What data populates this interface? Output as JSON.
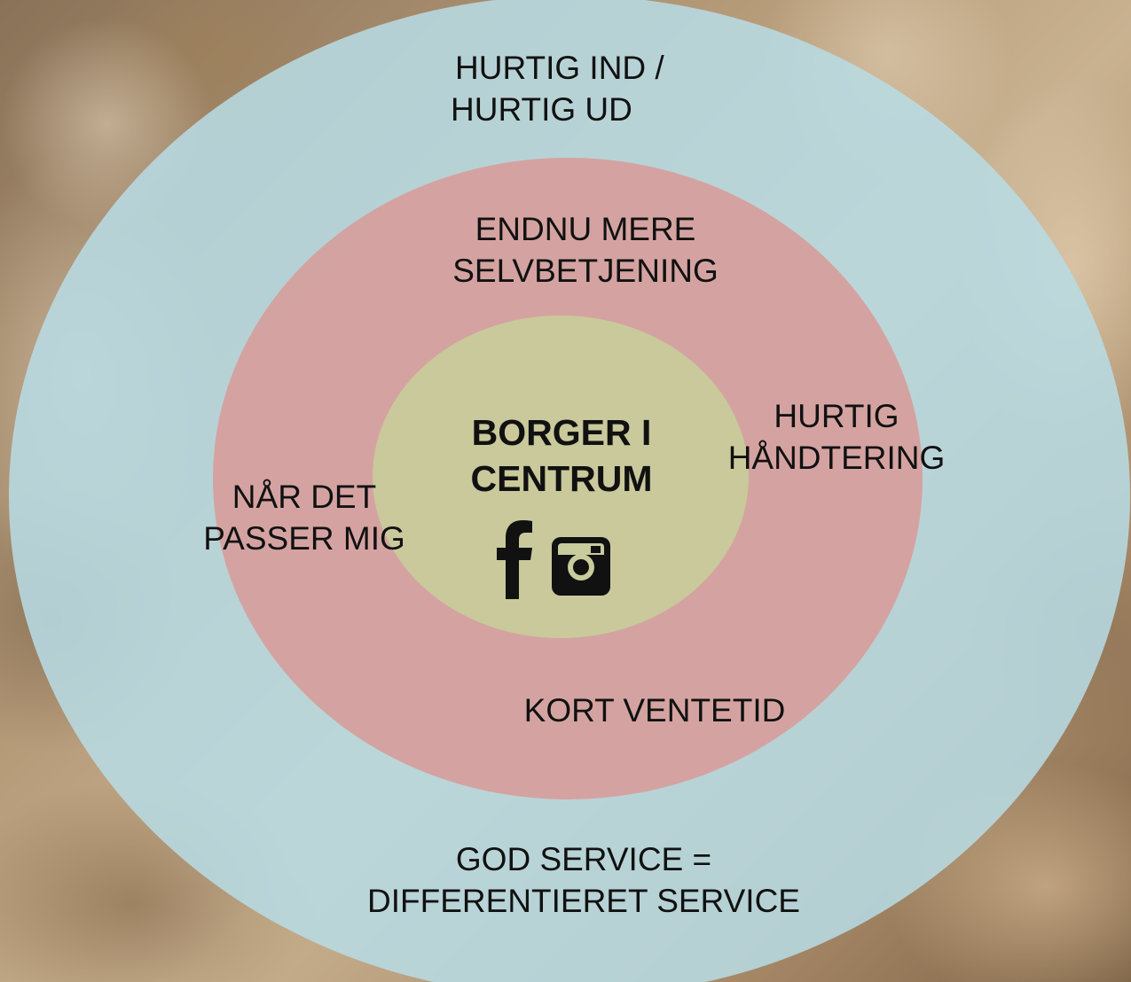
{
  "rings": {
    "outer": {
      "color": "#b8dce5"
    },
    "middle": {
      "color": "#d69e9c"
    },
    "inner": {
      "color": "#c8cb9c"
    }
  },
  "labels": {
    "top": {
      "line1": "HURTIG IND /",
      "line2": "HURTIG UD"
    },
    "middle_top": {
      "line1": "ENDNU MERE",
      "line2": "SELVBETJENING"
    },
    "center": {
      "line1": "BORGER I",
      "line2": "CENTRUM"
    },
    "right": {
      "line1": "HURTIG",
      "line2": "HÅNDTERING"
    },
    "left": {
      "line1": "NÅR DET",
      "line2": "PASSER MIG"
    },
    "bottom_middle": {
      "line1": "KORT VENTETID"
    },
    "bottom": {
      "line1": "GOD SERVICE =",
      "line2": "DIFFERENTIERET SERVICE"
    }
  },
  "icons": [
    "facebook-icon",
    "instagram-icon"
  ]
}
